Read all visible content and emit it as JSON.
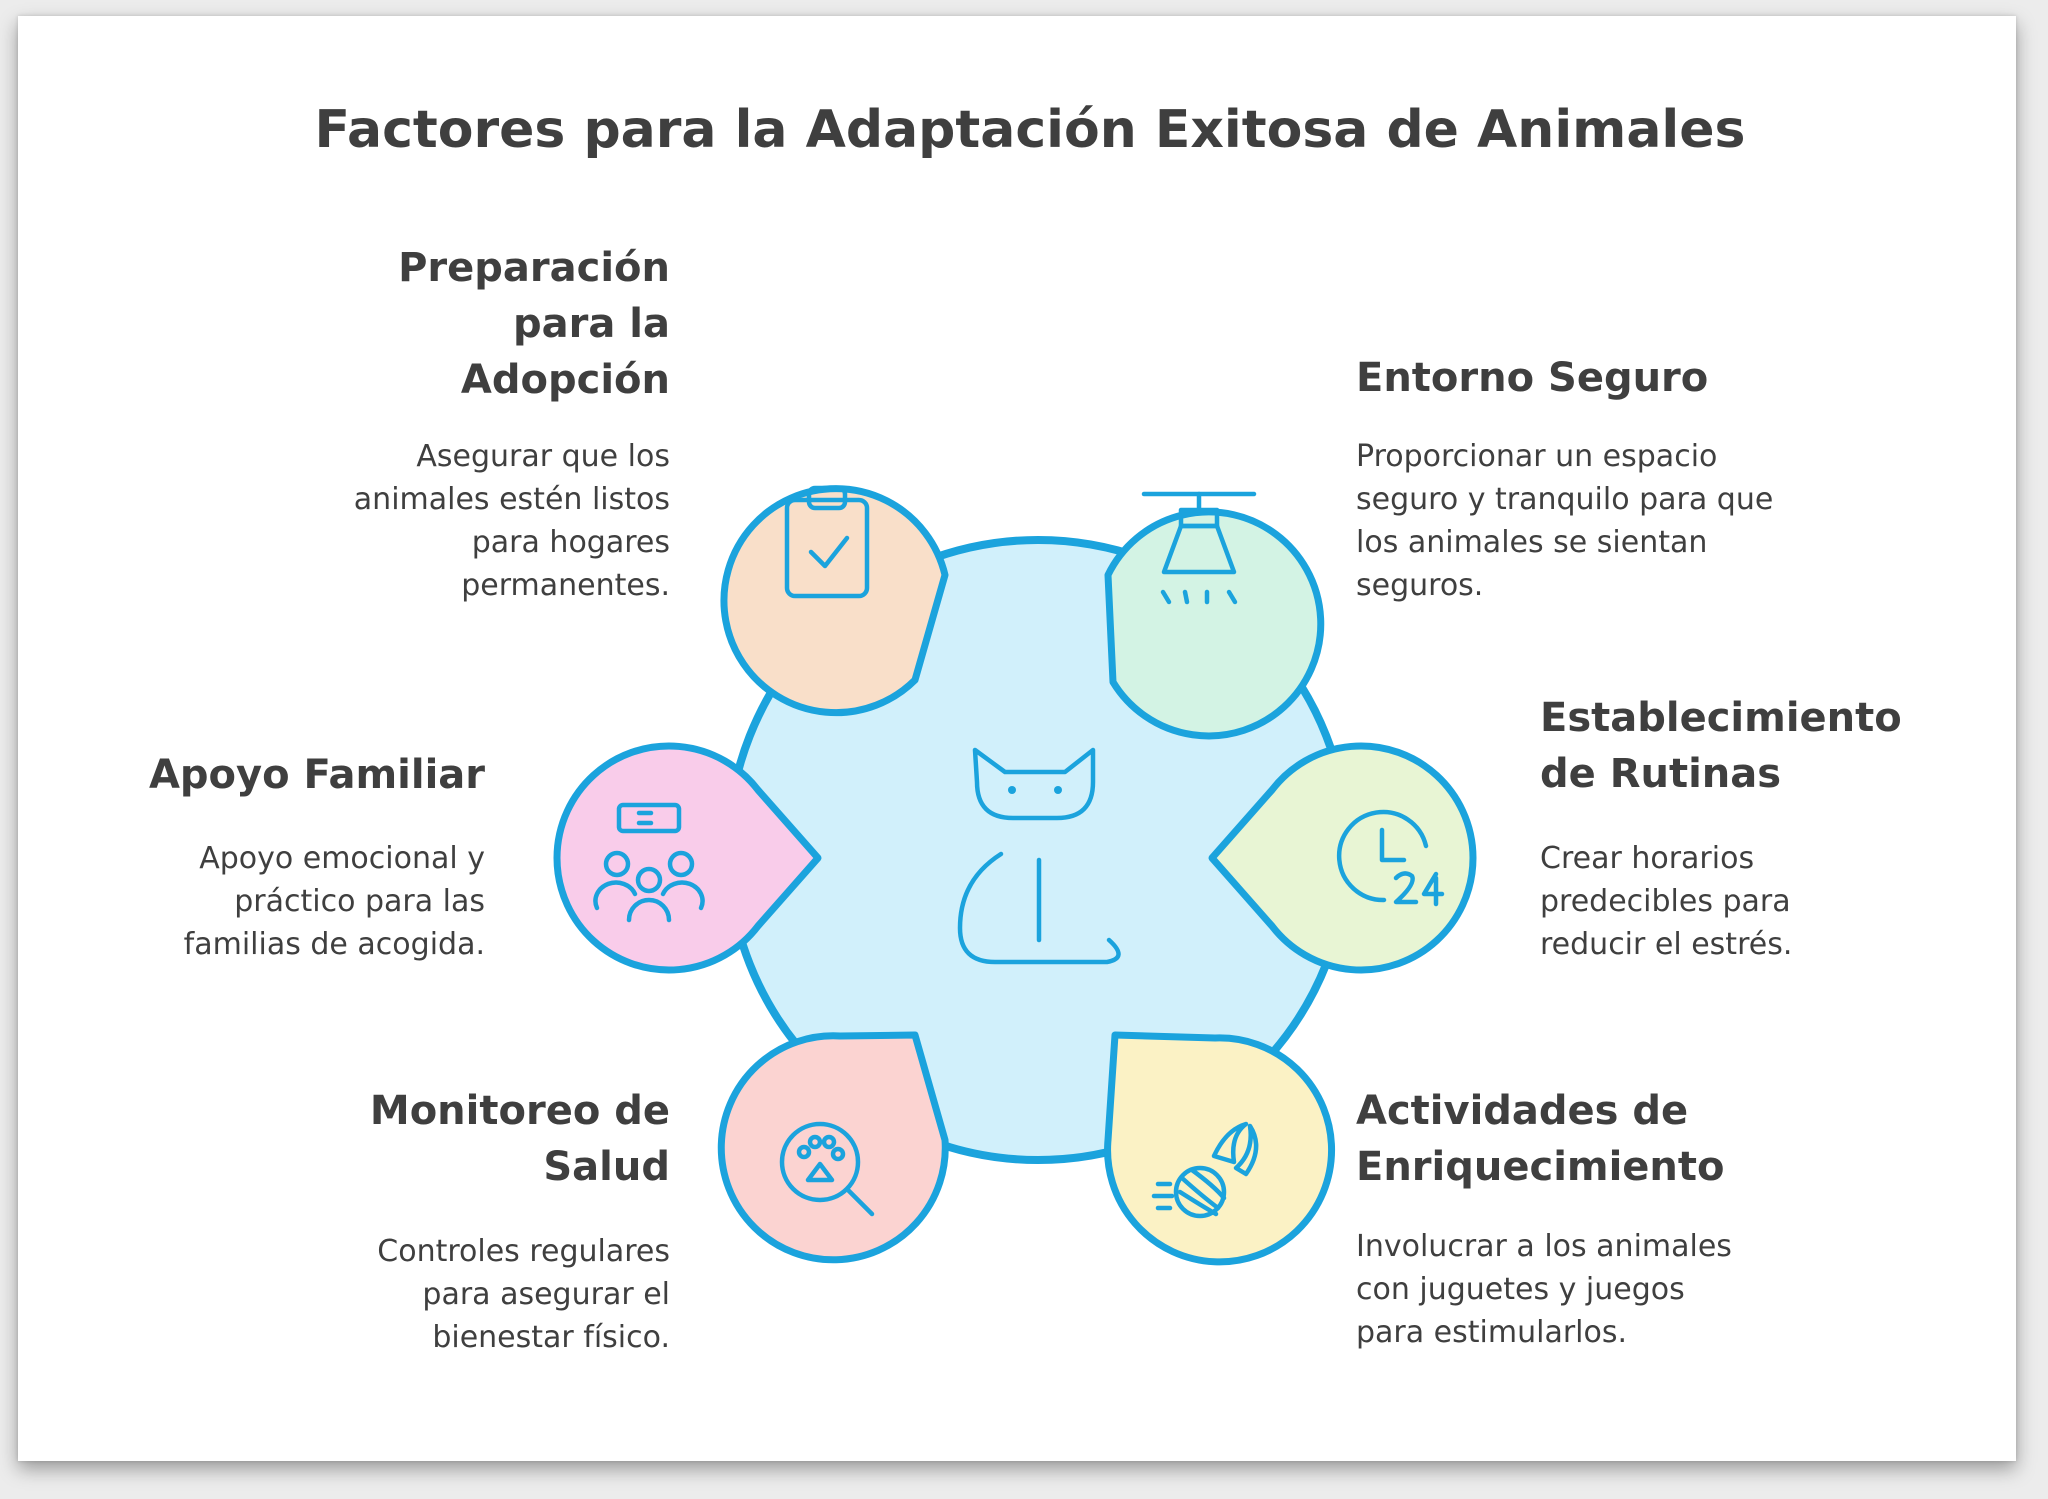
{
  "title": "Factores para la Adaptación Exitosa de Animales",
  "colors": {
    "accent": "#1ba3dd",
    "center": "#d1f0fb",
    "petal_preparation": "#f9dfc9",
    "petal_environment": "#d3f3e4",
    "petal_family": "#f9ccea",
    "petal_routine": "#e8f5d4",
    "petal_health": "#fbd3d1",
    "petal_enrichment": "#fbf2c5"
  },
  "factors": [
    {
      "heading": "Preparación para la Adopción",
      "description": "Asegurar que los animales estén listos para hogares permanentes.",
      "icon": "clipboard-check-icon"
    },
    {
      "heading": "Entorno Seguro",
      "description": "Proporcionar un espacio seguro y tranquilo para que los animales se sientan seguros.",
      "icon": "lamp-icon"
    },
    {
      "heading": "Apoyo Familiar",
      "description": "Apoyo emocional y práctico para las familias de acogida.",
      "icon": "family-group-icon"
    },
    {
      "heading": "Establecimiento de Rutinas",
      "description": "Crear horarios predecibles para reducir el estrés.",
      "icon": "clock-24-icon"
    },
    {
      "heading": "Monitoreo de Salud",
      "description": "Controles regulares para asegurar el bienestar físico.",
      "icon": "paw-magnifier-icon"
    },
    {
      "heading": "Actividades de Enriquecimiento",
      "description": "Involucrar a los animales con juguetes y juegos para estimularlos.",
      "icon": "yarn-ball-icon"
    }
  ],
  "center_icon": "cat-icon"
}
